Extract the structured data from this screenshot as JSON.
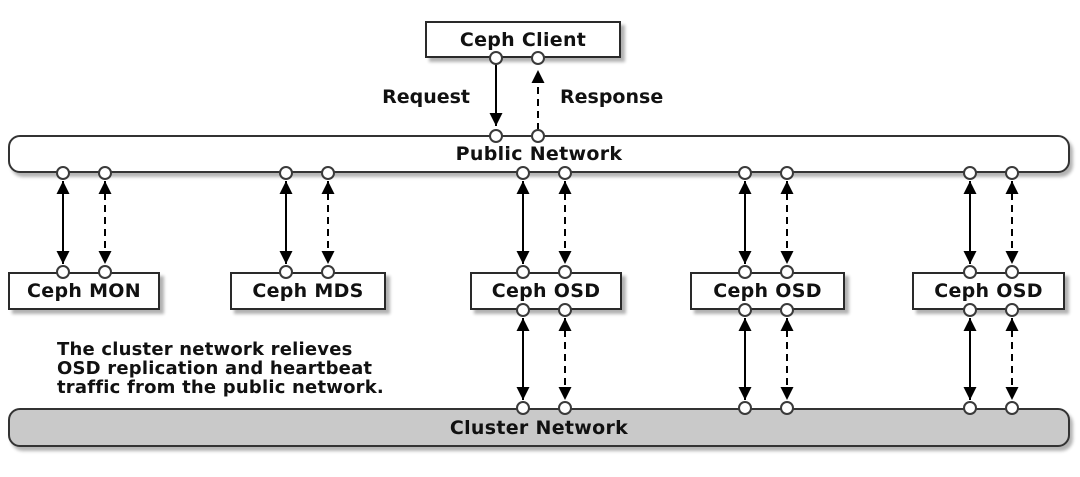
{
  "diagram": {
    "client": {
      "label": "Ceph Client"
    },
    "flows": {
      "request": "Request",
      "response": "Response"
    },
    "networks": {
      "public": {
        "label": "Public Network"
      },
      "cluster": {
        "label": "Cluster Network"
      }
    },
    "nodes": [
      {
        "label": "Ceph MON"
      },
      {
        "label": "Ceph MDS"
      },
      {
        "label": "Ceph OSD"
      },
      {
        "label": "Ceph OSD"
      },
      {
        "label": "Ceph OSD"
      }
    ],
    "annotation": {
      "line1": "The cluster network relieves",
      "line2": "OSD replication and heartbeat",
      "line3": "traffic from the public network."
    },
    "colors": {
      "background": "#ffffff",
      "box_fill": "#ffffff",
      "box_border": "#2a2a2a",
      "cluster_fill": "#c9c9c9",
      "connector": "#000000",
      "text": "#111111"
    }
  }
}
